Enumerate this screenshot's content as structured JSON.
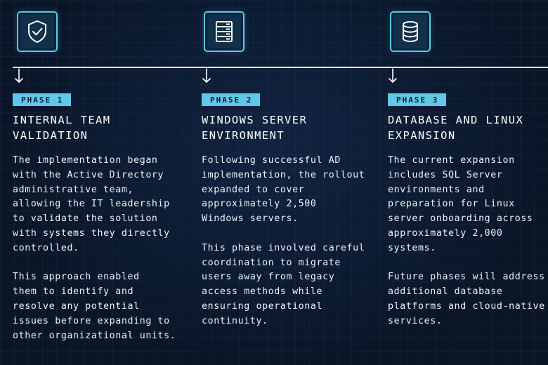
{
  "phases": [
    {
      "icon": "shield-check-icon",
      "badge": "PHASE 1",
      "title": "INTERNAL TEAM\nVALIDATION",
      "paragraphs": [
        "The implementation began\nwith the Active Directory\nadministrative team,\nallowing the IT leadership\nto validate the solution\nwith systems they directly\ncontrolled.",
        "This approach enabled\nthem to identify and\nresolve any potential\nissues before expanding to\nother organizational units."
      ]
    },
    {
      "icon": "server-rack-icon",
      "badge": "PHASE 2",
      "title": "WINDOWS SERVER\nENVIRONMENT",
      "paragraphs": [
        "Following successful AD\nimplementation, the rollout\nexpanded to cover\napproximately 2,500\nWindows servers.",
        "This phase involved careful\ncoordination to migrate\nusers away from legacy\naccess methods while\nensuring operational\ncontinuity."
      ]
    },
    {
      "icon": "database-icon",
      "badge": "PHASE 3",
      "title": "DATABASE AND LINUX\nEXPANSION",
      "paragraphs": [
        "The current expansion\nincludes SQL Server\nenvironments and\npreparation for Linux\nserver onboarding across\napproximately 2,000\nsystems.",
        "Future phases will address\nadditional database\nplatforms and cloud-native\nservices."
      ]
    }
  ],
  "colors": {
    "accent": "#5fc8e8",
    "background": "#0a1628",
    "text": "#ffffff"
  }
}
